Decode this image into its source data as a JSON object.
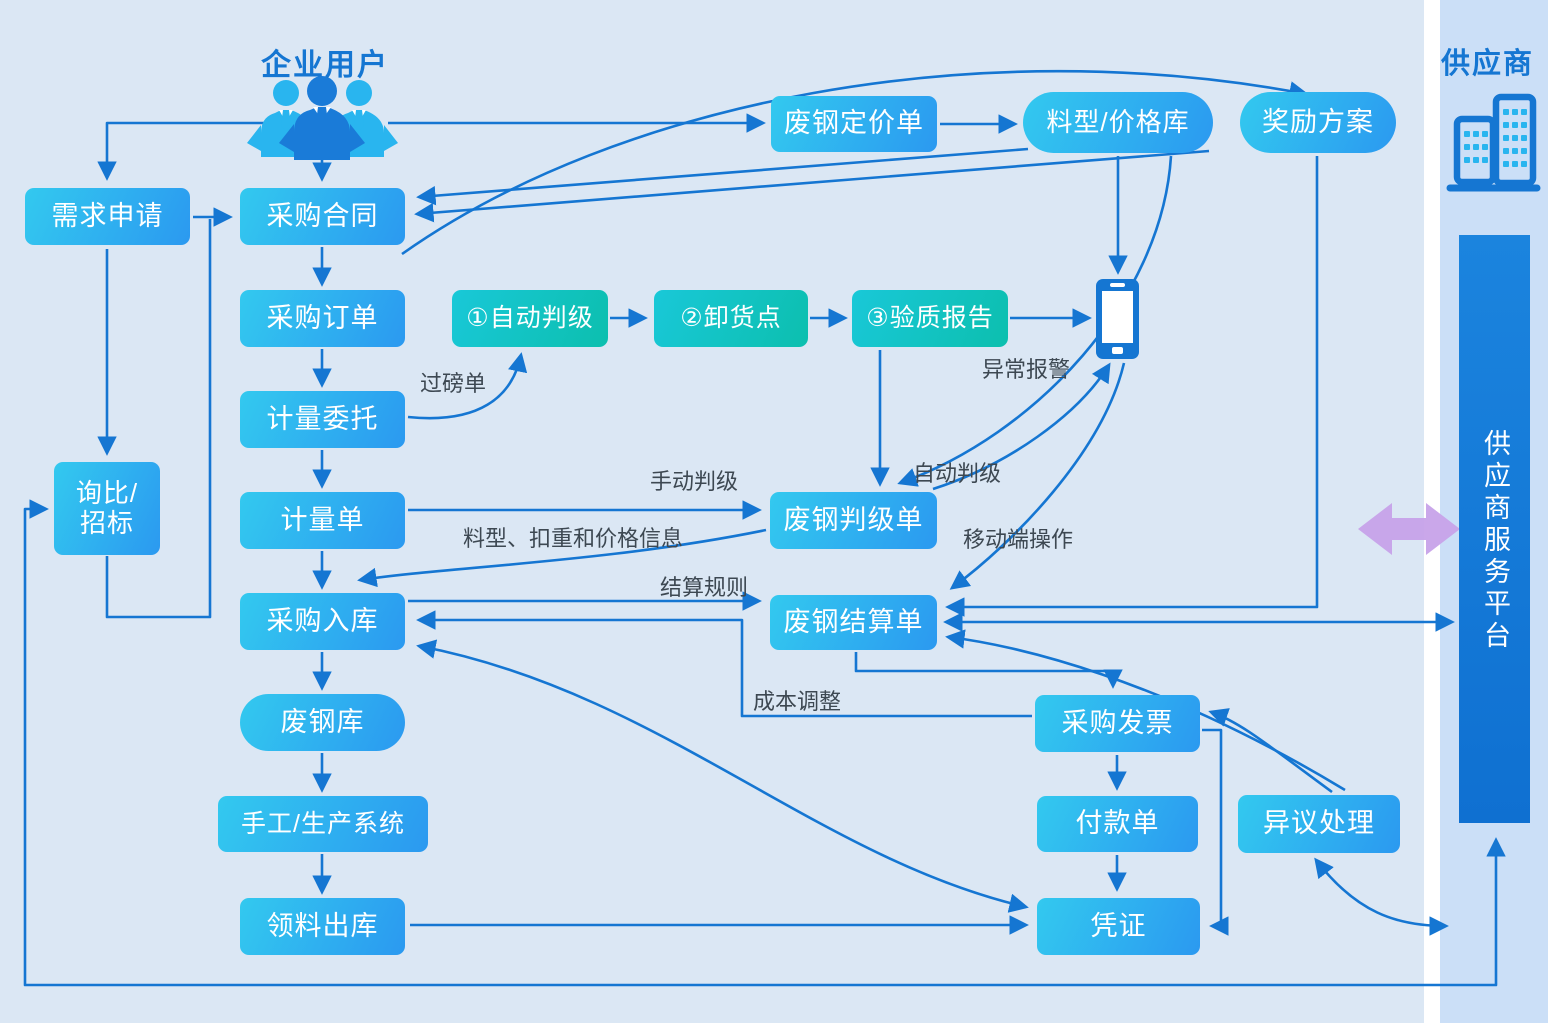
{
  "titles": {
    "enterprise_user": "企业用户",
    "supplier": "供应商",
    "supplier_platform": "供应商服务平台"
  },
  "nodes": {
    "demand_request": "需求申请",
    "purchase_contract": "采购合同",
    "purchase_order": "采购订单",
    "measure_commission": "计量委托",
    "measure_slip": "计量单",
    "purchase_inbound": "采购入库",
    "scrap_warehouse": "废钢库",
    "manual_production": "手工/生产系统",
    "material_outbound": "领料出库",
    "inquiry_bidding": "询比/招标",
    "auto_grading_step": "①自动判级",
    "unloading_point": "②卸货点",
    "quality_report": "③验质报告",
    "scrap_pricing": "废钢定价单",
    "price_library": "料型/价格库",
    "reward_plan": "奖励方案",
    "scrap_grading": "废钢判级单",
    "scrap_settlement": "废钢结算单",
    "purchase_invoice": "采购发票",
    "payment_order": "付款单",
    "voucher": "凭证",
    "dispute_handling": "异议处理"
  },
  "edge_labels": {
    "weighing_slip": "过磅单",
    "manual_grading": "手动判级",
    "material_info": "料型、扣重和价格信息",
    "settlement_rules": "结算规则",
    "auto_grading": "自动判级",
    "mobile_operation": "移动端操作",
    "abnormal_alarm": "异常报警",
    "cost_adjustment": "成本调整"
  },
  "icons": {
    "enterprise_users": "three-business-people-icon",
    "supplier_building": "office-buildings-icon",
    "mobile_phone": "smartphone-icon",
    "sync_arrow": "bidirectional-arrow-icon"
  },
  "colors": {
    "arrow_blue": "#1576d2",
    "node_cyan_start": "#33c9ef",
    "node_cyan_end": "#2b99f0",
    "node_teal_start": "#19c8d8",
    "node_teal_end": "#0cbfae",
    "platform_bar_blue": "#1379d9",
    "sync_arrow_purple": "#c7a2e9",
    "background": "#dbe7f4",
    "panel_background": "#cbdff7",
    "label_text": "#3d4852"
  }
}
